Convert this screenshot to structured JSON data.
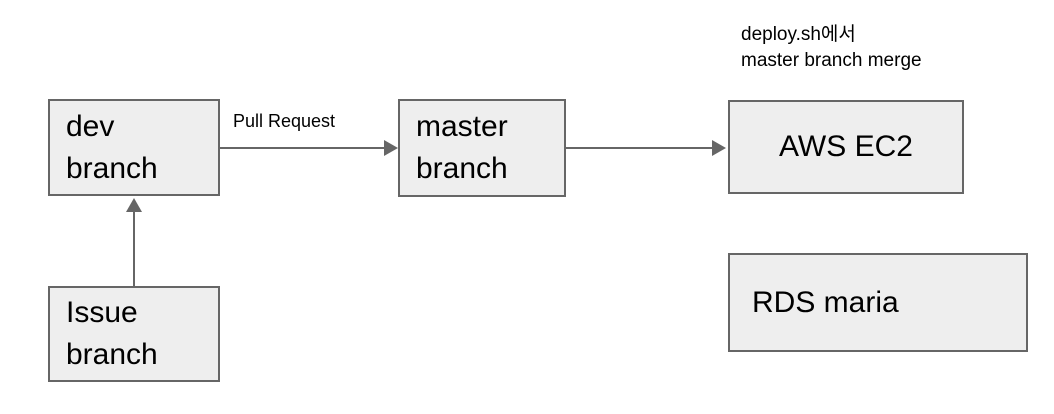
{
  "diagram": {
    "nodes": [
      {
        "id": "dev-branch",
        "label": "dev\nbranch"
      },
      {
        "id": "master-branch",
        "label": "master\nbranch"
      },
      {
        "id": "aws-ec2",
        "label": "AWS EC2"
      },
      {
        "id": "rds-maria",
        "label": "RDS maria"
      },
      {
        "id": "issue-branch",
        "label": "Issue\nbranch"
      }
    ],
    "edges": [
      {
        "id": "dev-to-master",
        "label": "Pull Request",
        "from": "dev-branch",
        "to": "master-branch",
        "direction": "right"
      },
      {
        "id": "master-to-ec2",
        "label": "",
        "from": "master-branch",
        "to": "aws-ec2",
        "direction": "right"
      },
      {
        "id": "issue-to-dev",
        "label": "",
        "from": "issue-branch",
        "to": "dev-branch",
        "direction": "up"
      }
    ],
    "annotations": [
      {
        "id": "deploy-note",
        "text": "deploy.sh에서\nmaster branch merge"
      }
    ],
    "colors": {
      "node_fill": "#eeeeee",
      "node_border": "#666666",
      "edge": "#666666",
      "text": "#000000",
      "background": "#ffffff"
    }
  }
}
